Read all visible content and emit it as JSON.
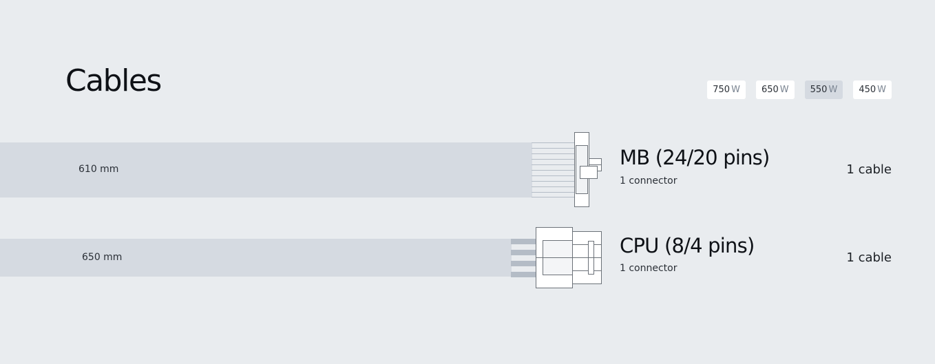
{
  "page": {
    "title": "Cables"
  },
  "wattage_tabs": [
    {
      "value": "750",
      "unit": "W",
      "selected": false
    },
    {
      "value": "650",
      "unit": "W",
      "selected": false
    },
    {
      "value": "550",
      "unit": "W",
      "selected": true
    },
    {
      "value": "450",
      "unit": "W",
      "selected": false
    }
  ],
  "cables": [
    {
      "name": "MB (24/20 pins)",
      "connectors": "1 connector",
      "length": "610 mm",
      "count": "1 cable",
      "connector_icon": "mb-24pin-connector-icon"
    },
    {
      "name": "CPU (8/4 pins)",
      "connectors": "1 connector",
      "length": "650 mm",
      "count": "1 cable",
      "connector_icon": "cpu-8pin-connector-icon"
    }
  ],
  "colors": {
    "background": "#e9ecef",
    "cable_band": "#d5dae1",
    "tab_background": "#ffffff",
    "tab_selected": "#d5dae1",
    "wire": "#b4bcc6",
    "connector_stroke": "#6b7178"
  }
}
